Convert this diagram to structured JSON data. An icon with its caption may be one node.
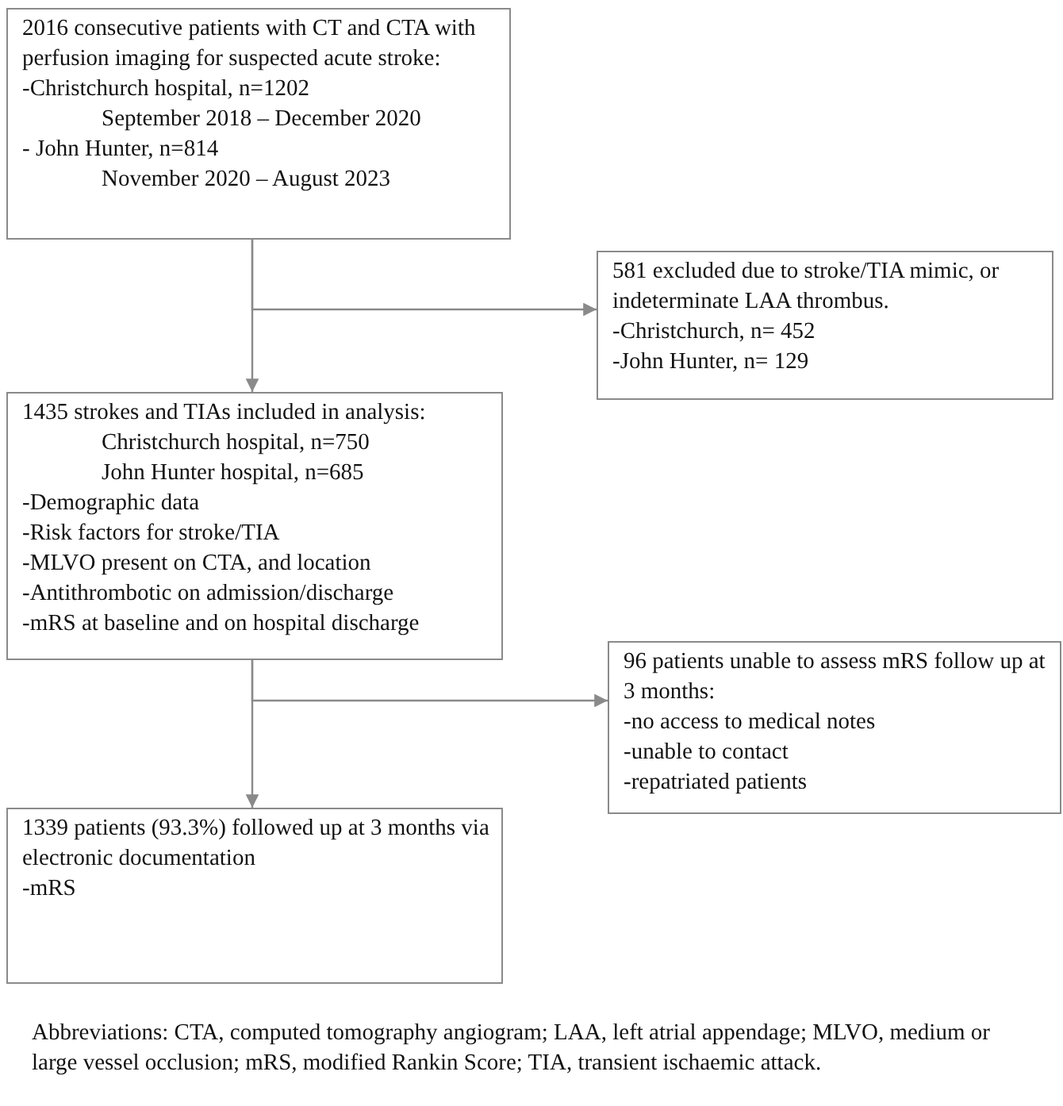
{
  "diagram": {
    "nodes": [
      {
        "text": [
          "2016 consecutive patients with CT and CTA with perfusion imaging for suspected acute stroke:",
          "-Christchurch hospital, n=1202",
          "September 2018 – December 2020",
          "- John Hunter, n=814",
          "November 2020 – August 2023"
        ]
      },
      {
        "text": [
          "581 excluded due to stroke/TIA mimic, or indeterminate LAA thrombus.",
          "-Christchurch, n= 452",
          "-John Hunter, n= 129"
        ]
      },
      {
        "text": [
          "1435 strokes and TIAs included in analysis:",
          "Christchurch hospital, n=750",
          "John Hunter hospital, n=685",
          "-Demographic data",
          "-Risk factors for stroke/TIA",
          "-MLVO present on CTA, and location",
          "-Antithrombotic on admission/discharge",
          "-mRS at baseline and on hospital discharge"
        ]
      },
      {
        "text": [
          "96 patients unable to assess mRS follow up at 3 months:",
          "-no access to medical notes",
          "-unable to contact",
          "-repatriated patients"
        ]
      },
      {
        "text": [
          "1339 patients (93.3%) followed up at 3 months via electronic documentation",
          "-mRS"
        ]
      }
    ],
    "edges": [
      {
        "from": 0,
        "to": 2,
        "arrow": "to"
      },
      {
        "from": 0,
        "to": 1,
        "arrow": "to"
      },
      {
        "from": 2,
        "to": 4,
        "arrow": "to"
      },
      {
        "from": 2,
        "to": 3,
        "arrow": "to"
      }
    ],
    "labels": [
      "Abbreviations: CTA, computed tomography angiogram; LAA, left atrial appendage; MLVO, medium or large vessel occlusion; mRS, modified Rankin Score; TIA, transient ischaemic attack."
    ]
  }
}
